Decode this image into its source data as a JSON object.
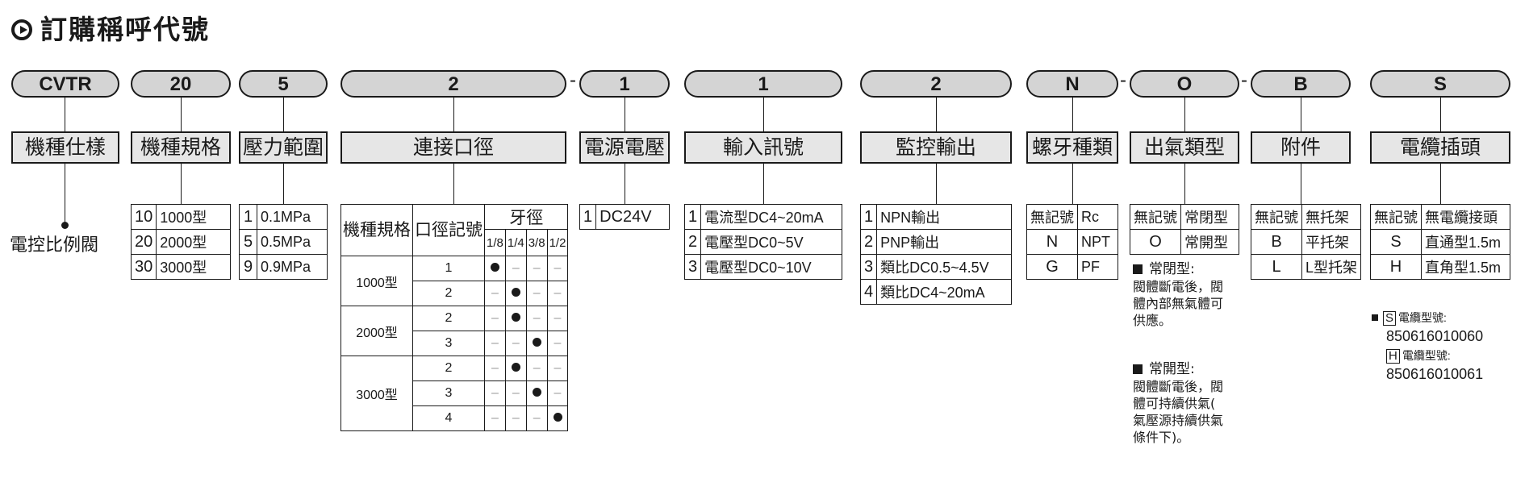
{
  "title": "訂購稱呼代號",
  "code": {
    "c0": "CVTR",
    "c1": "20",
    "c2": "5",
    "c3": "2",
    "c4": "1",
    "c5": "1",
    "c6": "2",
    "c7": "N",
    "c8": "O",
    "c9": "B",
    "c10": "S",
    "dash": "-"
  },
  "labels": {
    "l0": "機種仕樣",
    "l1": "機種規格",
    "l2": "壓力範圍",
    "l3": "連接口徑",
    "l4": "電源電壓",
    "l5": "輸入訊號",
    "l6": "監控輸出",
    "l7": "螺牙種類",
    "l8": "出氣類型",
    "l9": "附件",
    "l10": "電纜插頭"
  },
  "spec_desc": "電控比例閥",
  "model": [
    [
      "10",
      "1000型"
    ],
    [
      "20",
      "2000型"
    ],
    [
      "30",
      "3000型"
    ]
  ],
  "pressure": [
    [
      "1",
      "0.1MPa"
    ],
    [
      "5",
      "0.5MPa"
    ],
    [
      "9",
      "0.9MPa"
    ]
  ],
  "port": {
    "h_spec": "機種規格",
    "h_code": "口徑記號",
    "h_thread": "牙徑",
    "sizes": [
      "1/8",
      "1/4",
      "3/8",
      "1/2"
    ],
    "m1000": "1000型",
    "m2000": "2000型",
    "m3000": "3000型",
    "codes": [
      "1",
      "2",
      "2",
      "3",
      "2",
      "3",
      "4"
    ],
    "dash": "–"
  },
  "power": [
    [
      "1",
      "DC24V"
    ]
  ],
  "input": [
    [
      "1",
      "電流型DC4~20mA"
    ],
    [
      "2",
      "電壓型DC0~5V"
    ],
    [
      "3",
      "電壓型DC0~10V"
    ]
  ],
  "monitor": [
    [
      "1",
      "NPN輸出"
    ],
    [
      "2",
      "PNP輸出"
    ],
    [
      "3",
      "類比DC0.5~4.5V"
    ],
    [
      "4",
      "類比DC4~20mA"
    ]
  ],
  "thread": [
    [
      "無記號",
      "Rc"
    ],
    [
      "N",
      "NPT"
    ],
    [
      "G",
      "PF"
    ]
  ],
  "outlet": [
    [
      "無記號",
      "常閉型"
    ],
    [
      "O",
      "常開型"
    ]
  ],
  "outlet_notes": {
    "nc_title": "常閉型:",
    "nc_1": "閥體斷電後，閥",
    "nc_2": "體內部無氣體可",
    "nc_3": "供應。",
    "no_title": "常開型:",
    "no_1": "閥體斷電後，閥",
    "no_2": "體可持續供氣(",
    "no_3": "氣壓源持續供氣",
    "no_4": "條件下)。"
  },
  "accessory": [
    [
      "無記號",
      "無托架"
    ],
    [
      "B",
      "平托架"
    ],
    [
      "L",
      "L型托架"
    ]
  ],
  "cable": [
    [
      "無記號",
      "無電纜接頭"
    ],
    [
      "S",
      "直通型1.5m"
    ],
    [
      "H",
      "直角型1.5m"
    ]
  ],
  "cable_notes": {
    "s_code": "S",
    "s_label": "電纜型號:",
    "s_num": "850616010060",
    "h_code": "H",
    "h_label": "電纜型號:",
    "h_num": "850616010061"
  }
}
